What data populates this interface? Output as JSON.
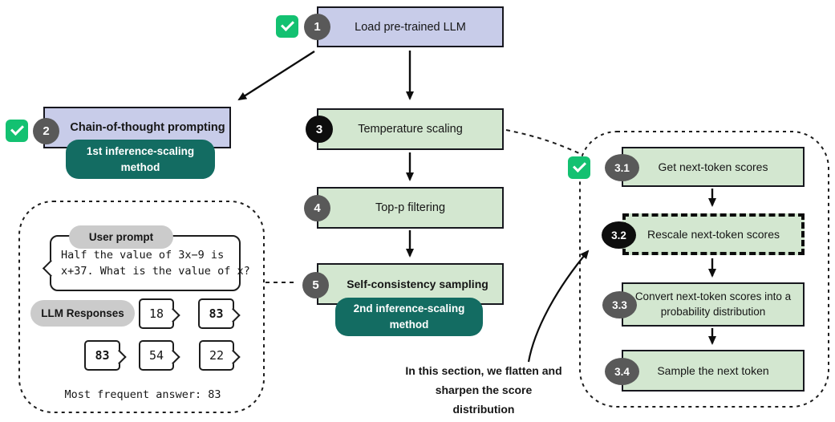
{
  "flow": {
    "load_llm": {
      "step": "1",
      "label": "Load pre-trained LLM"
    },
    "cot": {
      "step": "2",
      "label": "Chain-of-thought prompting",
      "badge": "1st inference-scaling method"
    },
    "temperature": {
      "step": "3",
      "label": "Temperature scaling"
    },
    "top_p": {
      "step": "4",
      "label": "Top-p filtering"
    },
    "self_consistency": {
      "step": "5",
      "label": "Self-consistency sampling",
      "badge": "2nd inference-scaling method"
    }
  },
  "example_panel": {
    "user_prompt_label": "User prompt",
    "user_prompt_line1": "Half the value of 3x−9 is",
    "user_prompt_line2": "x+37. What is the value of x?",
    "responses_label": "LLM Responses",
    "responses": [
      "18",
      "83",
      "83",
      "54",
      "22"
    ],
    "most_frequent": "Most frequent answer: 83"
  },
  "sampling_panel": {
    "steps": [
      {
        "step": "3.1",
        "label": "Get next-token scores"
      },
      {
        "step": "3.2",
        "label": "Rescale next-token scores"
      },
      {
        "step": "3.3",
        "label": "Convert next-token scores into a probability distribution"
      },
      {
        "step": "3.4",
        "label": "Sample the next token"
      }
    ]
  },
  "annotation": {
    "line1": "In this section, we flatten and",
    "line2": "sharpen the score distribution"
  },
  "colors": {
    "lavender_box": "#c8cce9",
    "green_box": "#d3e7d0",
    "teal_badge": "#136c62",
    "check_green": "#13c171",
    "step_gray": "#595959",
    "step_black": "#0d0d0d",
    "gray_pill": "#cbcbcb"
  }
}
